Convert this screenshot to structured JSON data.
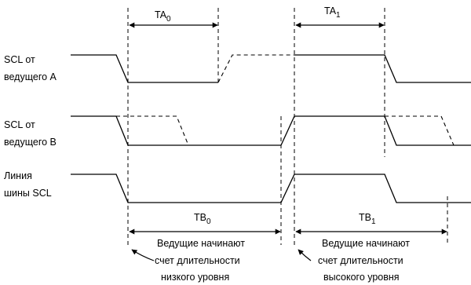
{
  "signals": {
    "master_a": {
      "line1": "SCL от",
      "line2": "ведущего А"
    },
    "master_b": {
      "line1": "SCL от",
      "line2": "ведущего В"
    },
    "bus": {
      "line1": "Линия",
      "line2": "шины  SCL"
    }
  },
  "intervals": {
    "ta0": {
      "base": "TA",
      "sub": "0"
    },
    "ta1": {
      "base": "TA",
      "sub": "1"
    },
    "tb0": {
      "base": "TB",
      "sub": "0"
    },
    "tb1": {
      "base": "TB",
      "sub": "1"
    }
  },
  "notes": {
    "low": {
      "line1": "Ведущие начинают",
      "line2": "счет длительности",
      "line3": "низкого уровня"
    },
    "high": {
      "line1": "Ведущие начинают",
      "line2": "счет длительности",
      "line3": "высокого уровня"
    }
  }
}
